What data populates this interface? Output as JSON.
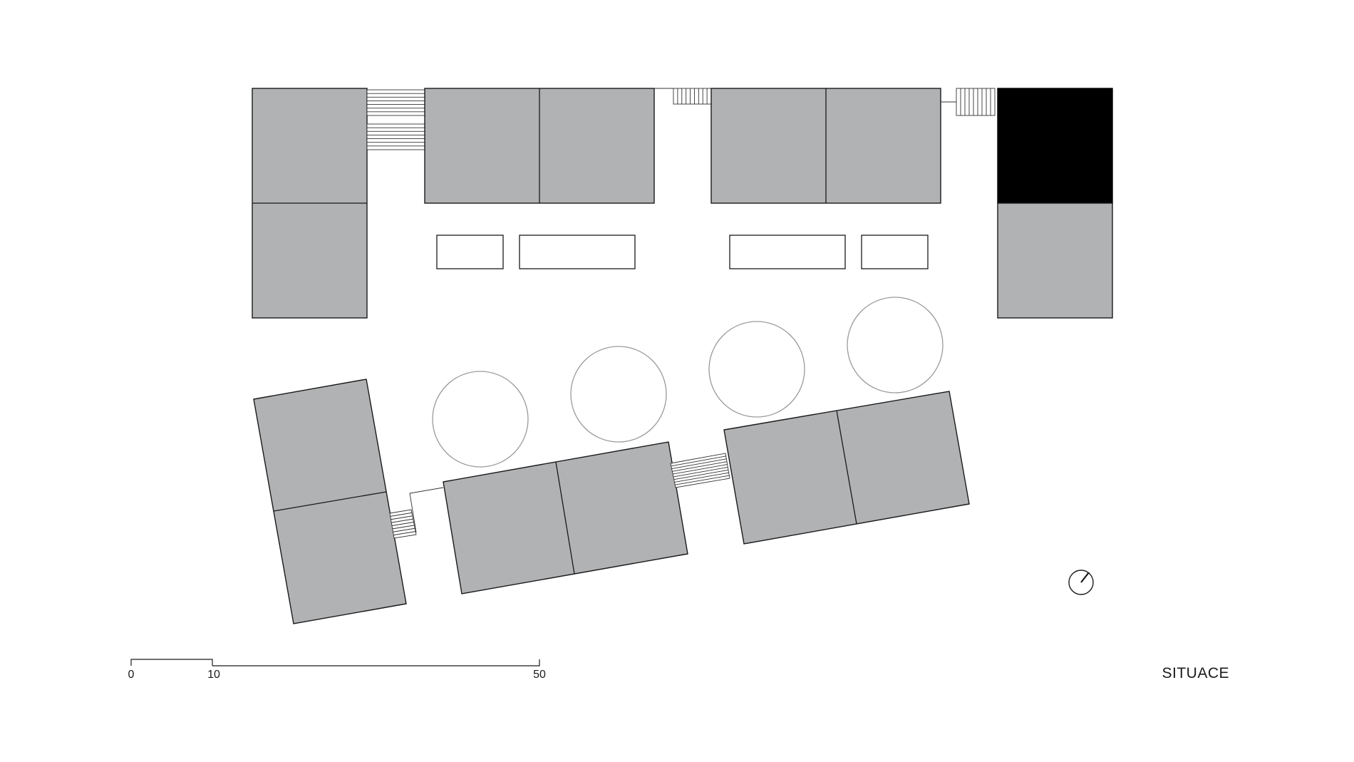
{
  "plan": {
    "title": "SITUACE",
    "scale_bar": {
      "labels": [
        "0",
        "10",
        "50"
      ]
    },
    "colors": {
      "building_fill": "#b1b2b4",
      "highlight_fill": "#000000",
      "line": "#1a1a1a",
      "tree_stroke": "#9a9a9a"
    },
    "north_arrow_icon": "compass-north-icon"
  }
}
